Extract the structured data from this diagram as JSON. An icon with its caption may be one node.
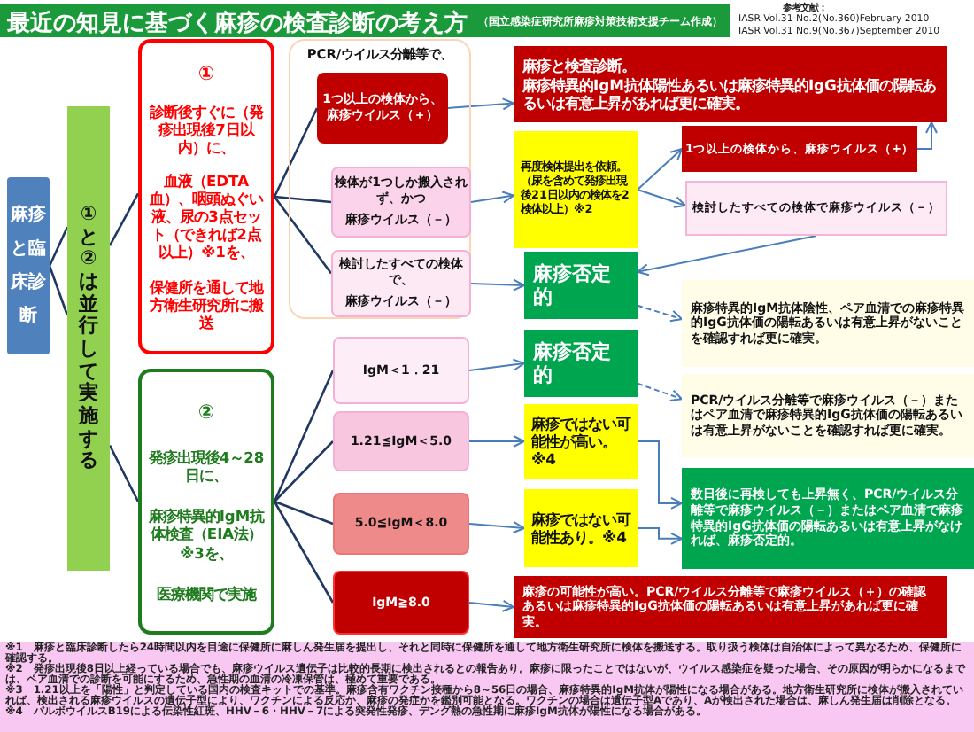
{
  "diagram": {
    "title": "最近の知見に基づく麻疹の検査診断の考え方",
    "nodes": [
      {
        "text": [
          "麻疹と臨床診断"
        ]
      },
      {
        "text": [
          "①と②は並行して実施する"
        ]
      },
      {
        "text": [
          "①",
          "診断後すぐに（発疹出現後7日以内）に、",
          "血液（EDTA血）、咽頭ぬぐい液、尿の3点セット（できれば2点以上）※1を、",
          "保健所を通して地方衛生研究所に搬送"
        ]
      },
      {
        "text": [
          "②",
          "発疹出現後4～28日に、",
          "麻疹特異的IgM抗体検査（EIA法）※3を、",
          "医療機関で実施"
        ]
      },
      {
        "text": [
          "PCR/ウイルス分離等で、"
        ]
      },
      {
        "text": [
          "1つ以上の検体から、麻疹ウイルス（＋）"
        ],
        "in": 4
      },
      {
        "text": [
          "検体が1つしか搬入されず、かつ",
          "麻疹ウイルス（－）"
        ],
        "in": 4
      },
      {
        "text": [
          "検討したすべての検体で、",
          "麻疹ウイルス（－）"
        ],
        "in": 4
      },
      {
        "text": [
          "IgM＜1．21"
        ]
      },
      {
        "text": [
          "1.21≦IgM＜5.0"
        ]
      },
      {
        "text": [
          "5.0≦IgM＜8.0"
        ]
      },
      {
        "text": [
          "IgM≧8.0"
        ]
      },
      {
        "text": [
          "麻疹と検査診断。",
          "麻疹特異的IgM抗体陽性あるいは麻疹特異的IgG抗体価の陽転あるいは有意上昇があれば更に確実。"
        ]
      },
      {
        "text": [
          "再度検体提出を依頼。（尿を含めて発疹出現後21日以内の検体を2検体以上）※2"
        ]
      },
      {
        "text": [
          "1つ以上の検体から、麻疹ウイルス（+）"
        ]
      },
      {
        "text": [
          "検討したすべての検体で麻疹ウイルス（－）"
        ]
      },
      {
        "text": [
          "麻疹否定的"
        ]
      },
      {
        "text": [
          "麻疹特異的IgM抗体陰性、ペア血清での麻疹特異的IgG抗体価の陽転あるいは有意上昇がないことを確認すれば更に確実。"
        ]
      },
      {
        "text": [
          "麻疹否定的"
        ]
      },
      {
        "text": [
          "PCR/ウイルス分離等で麻疹ウイルス（－）またはペア血清で麻疹特異的IgG抗体価の陽転あるいは有意上昇がないことを確認すれば更に確実。"
        ]
      },
      {
        "text": [
          "麻疹ではない可能性が高い。※4"
        ]
      },
      {
        "text": [
          "麻疹ではない可能性あり。※4"
        ]
      },
      {
        "text": [
          "数日後に再検しても上昇無く、PCR/ウイルス分離等で麻疹ウイルス（－）またはペア血清で麻疹特異的IgG抗体価の陽転あるいは有意上昇がなければ、麻疹否定的。"
        ]
      },
      {
        "text": [
          "麻疹の可能性が高い。PCR/ウイルス分離等で麻疹ウイルス（＋）の確認あるいは麻疹特異的IgG抗体価の陽転あるいは有意上昇があれば更に確実。"
        ]
      }
    ],
    "edges": [
      {
        "from": 0,
        "to": 1,
        "arrow": "none",
        "color": "#1f3864"
      },
      {
        "from": 1,
        "to": 2,
        "arrow": "none",
        "color": "#1f3864"
      },
      {
        "from": 1,
        "to": 3,
        "arrow": "none",
        "color": "#1f3864"
      },
      {
        "from": 2,
        "to": 5,
        "arrow": "none",
        "color": "#1f3864"
      },
      {
        "from": 2,
        "to": 6,
        "arrow": "none",
        "color": "#1f3864"
      },
      {
        "from": 2,
        "to": 7,
        "arrow": "none",
        "color": "#1f3864"
      },
      {
        "from": 3,
        "to": 8,
        "arrow": "none",
        "color": "#1f3864"
      },
      {
        "from": 3,
        "to": 9,
        "arrow": "none",
        "color": "#1f3864"
      },
      {
        "from": 3,
        "to": 10,
        "arrow": "none",
        "color": "#1f3864"
      },
      {
        "from": 3,
        "to": 11,
        "arrow": "none",
        "color": "#1f3864"
      },
      {
        "from": 5,
        "to": 12,
        "arrow": "to"
      },
      {
        "from": 6,
        "to": 13,
        "arrow": "to"
      },
      {
        "from": 7,
        "to": 16,
        "arrow": "to"
      },
      {
        "from": 13,
        "to": 14,
        "arrow": "to"
      },
      {
        "from": 13,
        "to": 15,
        "arrow": "to"
      },
      {
        "from": 14,
        "to": 12,
        "arrow": "to"
      },
      {
        "from": 15,
        "to": 16,
        "arrow": "to"
      },
      {
        "from": 16,
        "to": 17,
        "arrow": "to",
        "style": "dashed"
      },
      {
        "from": 8,
        "to": 18,
        "arrow": "to"
      },
      {
        "from": 18,
        "to": 19,
        "arrow": "to",
        "style": "dashed"
      },
      {
        "from": 9,
        "to": 20,
        "arrow": "to"
      },
      {
        "from": 10,
        "to": 21,
        "arrow": "to"
      },
      {
        "from": 20,
        "to": 22,
        "arrow": "to"
      },
      {
        "from": 21,
        "to": 22,
        "arrow": "to"
      },
      {
        "from": 11,
        "to": 23,
        "arrow": "to"
      }
    ],
    "labels": [
      "（国立感染症研究所麻疹対策技術支援チーム作成）",
      "参考文献：",
      "IASR Vol.31 No.2(No.360)February 2010",
      "IASR Vol.31 No.9(No.367)September 2010",
      "※1　麻疹と臨床診断したら24時間以内を目途に保健所に麻しん発生届を提出し、それと同時に保健所を通して地方衛生研究所に検体を搬送する。取り扱う検体は自治体によって異なるため、保健所に確認する。",
      "※2　発疹出現後8日以上経っている場合でも、麻疹ウイルス遺伝子は比較的長期に検出されるとの報告あり。麻疹に限ったことではないが、ウイルス感染症を疑った場合、その原因が明らかになるまでは、ペア血清での診断を可能にするため、急性期の血清の冷凍保管は、極めて重要である。",
      "※3　1.21以上を「陽性」と判定している国内の検査キットでの基準。麻疹含有ワクチン接種から8～56日の場合、麻疹特異的IgM抗体が陽性になる場合がある。地方衛生研究所に検体が搬入されていれば、検出される麻疹ウイルスの遺伝子型により、ワクチンによる反応か、麻疹の発症かを鑑別可能となる。ワクチンの場合は遺伝子型Aであり、Aが検出された場合は、麻しん発生届は削除となる。",
      "※4　パルボウイルスB19による伝染性紅斑、HHV－6・HHV－7による突発性発疹、デング熱の急性期に麻疹IgM抗体が陽性になる場合がある。"
    ]
  }
}
